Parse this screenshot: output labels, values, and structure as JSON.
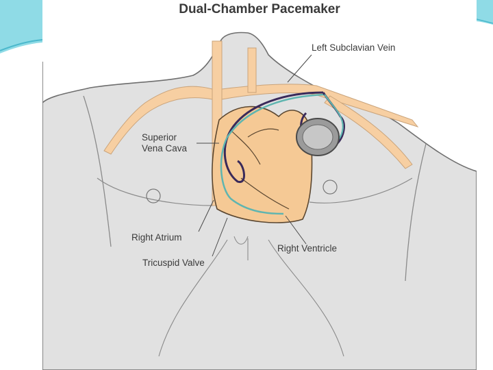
{
  "diagram": {
    "title": "Dual-Chamber Pacemaker",
    "labels": {
      "left_subclavian_vein": "Left Subclavian Vein",
      "superior_vena_cava_line1": "Superior",
      "superior_vena_cava_line2": "Vena Cava",
      "right_atrium": "Right Atrium",
      "tricuspid_valve": "Tricuspid Valve",
      "right_ventricle": "Right Ventricle"
    },
    "colors": {
      "skin": "#e1e1e1",
      "vein": "#f7cfa2",
      "heart": "#f5c995",
      "outline": "#4a4a4a",
      "lead_dark": "#3a2a5a",
      "lead_teal": "#5fb5b0",
      "slide_accent": "#5ec8d8"
    }
  }
}
